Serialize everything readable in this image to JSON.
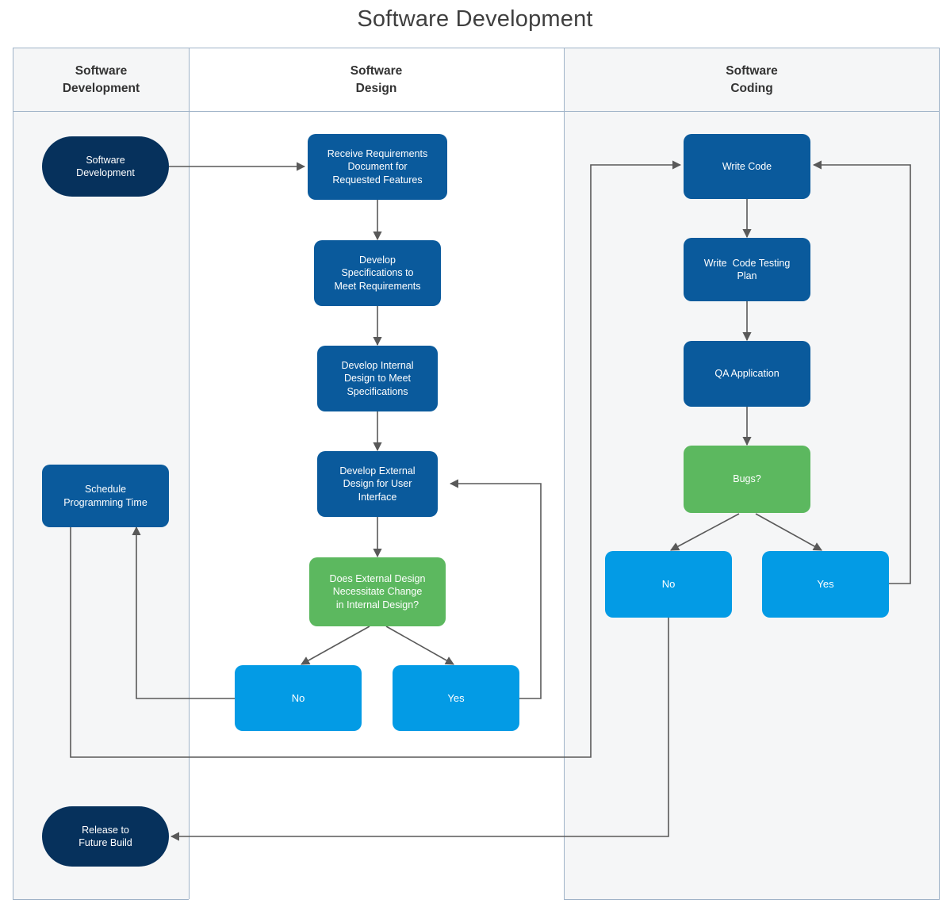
{
  "title": "Software Development",
  "lanes": [
    {
      "id": "development",
      "label": "Software\nDevelopment",
      "line1": "Software",
      "line2": "Development"
    },
    {
      "id": "design",
      "label": "Software\nDesign",
      "line1": "Software",
      "line2": "Design"
    },
    {
      "id": "coding",
      "label": "Software\nCoding",
      "line1": "Software",
      "line2": "Coding"
    }
  ],
  "colors": {
    "terminator": "#06315c",
    "process": "#0a5a9c",
    "decision": "#5cb85f",
    "answer": "#039be5",
    "lane_border": "#9fb3c8",
    "lane_fill": "#f5f6f7",
    "lane_fill_alt": "#ffffff",
    "connector": "#595959",
    "title_text": "#3f3f3f"
  },
  "nodes": [
    {
      "id": "start",
      "lane": "development",
      "type": "terminator",
      "text": "Software\nDevelopment"
    },
    {
      "id": "schedule",
      "lane": "development",
      "type": "process",
      "text": "Schedule\nProgramming Time"
    },
    {
      "id": "release",
      "lane": "development",
      "type": "terminator",
      "text": "Release to\nFuture Build"
    },
    {
      "id": "receive-reqs",
      "lane": "design",
      "type": "process",
      "text": "Receive Requirements\nDocument for\nRequested Features"
    },
    {
      "id": "develop-specs",
      "lane": "design",
      "type": "process",
      "text": "Develop\nSpecifications to\nMeet Requirements"
    },
    {
      "id": "internal-design",
      "lane": "design",
      "type": "process",
      "text": "Develop Internal\nDesign to Meet\nSpecifications"
    },
    {
      "id": "external-design",
      "lane": "design",
      "type": "process",
      "text": "Develop External\nDesign for User\nInterface"
    },
    {
      "id": "design-decision",
      "lane": "design",
      "type": "decision",
      "text": "Does External Design\nNecessitate Change\nin Internal Design?"
    },
    {
      "id": "design-no",
      "lane": "design",
      "type": "answer",
      "text": "No"
    },
    {
      "id": "design-yes",
      "lane": "design",
      "type": "answer",
      "text": "Yes"
    },
    {
      "id": "write-code",
      "lane": "coding",
      "type": "process",
      "text": "Write Code"
    },
    {
      "id": "testing-plan",
      "lane": "coding",
      "type": "process",
      "text": "Write  Code Testing\nPlan"
    },
    {
      "id": "qa-application",
      "lane": "coding",
      "type": "process",
      "text": "QA Application"
    },
    {
      "id": "bugs-decision",
      "lane": "coding",
      "type": "decision",
      "text": "Bugs?"
    },
    {
      "id": "bugs-no",
      "lane": "coding",
      "type": "answer",
      "text": "No"
    },
    {
      "id": "bugs-yes",
      "lane": "coding",
      "type": "answer",
      "text": "Yes"
    }
  ],
  "edges": [
    {
      "from": "start",
      "to": "receive-reqs"
    },
    {
      "from": "receive-reqs",
      "to": "develop-specs"
    },
    {
      "from": "develop-specs",
      "to": "internal-design"
    },
    {
      "from": "internal-design",
      "to": "external-design"
    },
    {
      "from": "external-design",
      "to": "design-decision"
    },
    {
      "from": "design-decision",
      "to": "design-no"
    },
    {
      "from": "design-decision",
      "to": "design-yes"
    },
    {
      "from": "design-no",
      "to": "schedule"
    },
    {
      "from": "design-yes",
      "to": "external-design"
    },
    {
      "from": "schedule",
      "to": "write-code"
    },
    {
      "from": "write-code",
      "to": "testing-plan"
    },
    {
      "from": "testing-plan",
      "to": "qa-application"
    },
    {
      "from": "qa-application",
      "to": "bugs-decision"
    },
    {
      "from": "bugs-decision",
      "to": "bugs-no"
    },
    {
      "from": "bugs-decision",
      "to": "bugs-yes"
    },
    {
      "from": "bugs-yes",
      "to": "write-code"
    },
    {
      "from": "bugs-no",
      "to": "release"
    }
  ]
}
